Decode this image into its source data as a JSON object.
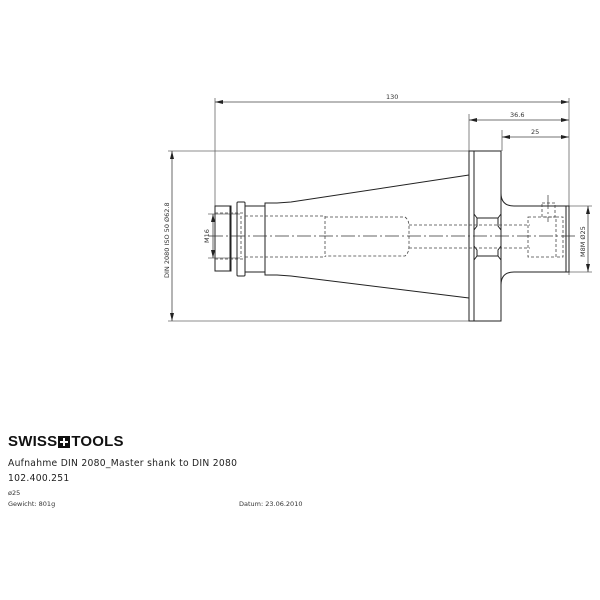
{
  "brand": {
    "left": "SWISS",
    "right": "TOOLS"
  },
  "title_block": {
    "description": "Aufnahme DIN 2080_Master shank to DIN 2080",
    "part_number": "102.400.251",
    "size": "ø25",
    "weight": "Gewicht: 801g",
    "date": "Datum: 23.06.2010"
  },
  "dimensions": {
    "overall_length": "130",
    "flange_to_end": "36.6",
    "shank_length": "25",
    "taper_label": "DIN 2080 ISO 50 Ø62.8",
    "thread": "M16",
    "shank_diameter": "M8M Ø25"
  },
  "colors": {
    "line": "#222222",
    "dim": "#555555",
    "hidden": "#444444",
    "center": "#333333"
  }
}
